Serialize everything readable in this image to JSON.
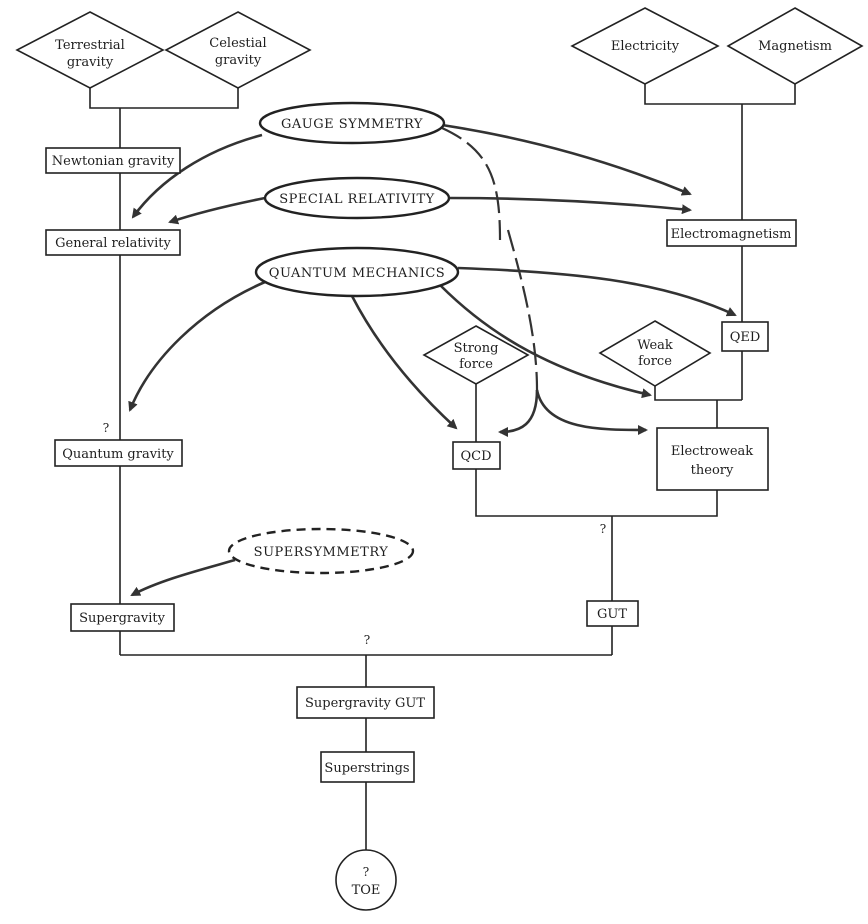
{
  "diagram": {
    "inputs": {
      "terrestrial_gravity": [
        "Terrestrial",
        "gravity"
      ],
      "celestial_gravity": [
        "Celestial",
        "gravity"
      ],
      "electricity": "Electricity",
      "magnetism": "Magnetism",
      "strong_force": [
        "Strong",
        "force"
      ],
      "weak_force": [
        "Weak",
        "force"
      ]
    },
    "principles": {
      "gauge_symmetry": "GAUGE SYMMETRY",
      "special_relativity": "SPECIAL RELATIVITY",
      "quantum_mechanics": "QUANTUM MECHANICS",
      "supersymmetry": "SUPERSYMMETRY"
    },
    "theories": {
      "newtonian_gravity": "Newtonian gravity",
      "general_relativity": "General relativity",
      "quantum_gravity": "Quantum gravity",
      "supergravity": "Supergravity",
      "electromagnetism": "Electromagnetism",
      "qed": "QED",
      "qcd": "QCD",
      "electroweak_theory": [
        "Electroweak",
        "theory"
      ],
      "gut": "GUT",
      "supergravity_gut": "Supergravity GUT",
      "superstrings": "Superstrings",
      "toe": "TOE"
    },
    "uncertain_marks": {
      "quantum_gravity": "?",
      "gut": "?",
      "supergravity_gut": "?",
      "toe": "?"
    }
  }
}
